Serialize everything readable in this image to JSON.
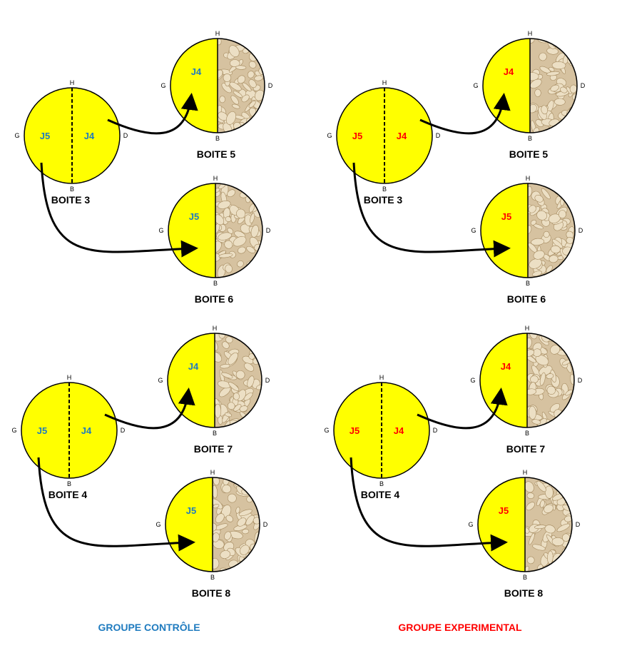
{
  "colors": {
    "dish_fill": "#ffff00",
    "dish_stroke": "#000000",
    "oat_base": "#d6c2a0",
    "oat_flake": "#ecdfc4",
    "control": "#1f7bbf",
    "experimental": "#ff0000"
  },
  "directions": {
    "top": "H",
    "bottom": "B",
    "left": "G",
    "right": "D"
  },
  "labels": {
    "j4": "J4",
    "j5": "J5"
  },
  "groups": [
    {
      "id": "control",
      "label": "GROUPE CONTRÔLE",
      "color_key": "control",
      "sets": [
        {
          "source": "BOITE 3",
          "target_j4": "BOITE 5",
          "target_j5": "BOITE 6"
        },
        {
          "source": "BOITE 4",
          "target_j4": "BOITE 7",
          "target_j5": "BOITE 8"
        }
      ]
    },
    {
      "id": "experimental",
      "label": "GROUPE EXPERIMENTAL",
      "color_key": "experimental",
      "sets": [
        {
          "source": "BOITE 3",
          "target_j4": "BOITE 5",
          "target_j5": "BOITE 6"
        },
        {
          "source": "BOITE 4",
          "target_j4": "BOITE 7",
          "target_j5": "BOITE 8"
        }
      ]
    }
  ]
}
